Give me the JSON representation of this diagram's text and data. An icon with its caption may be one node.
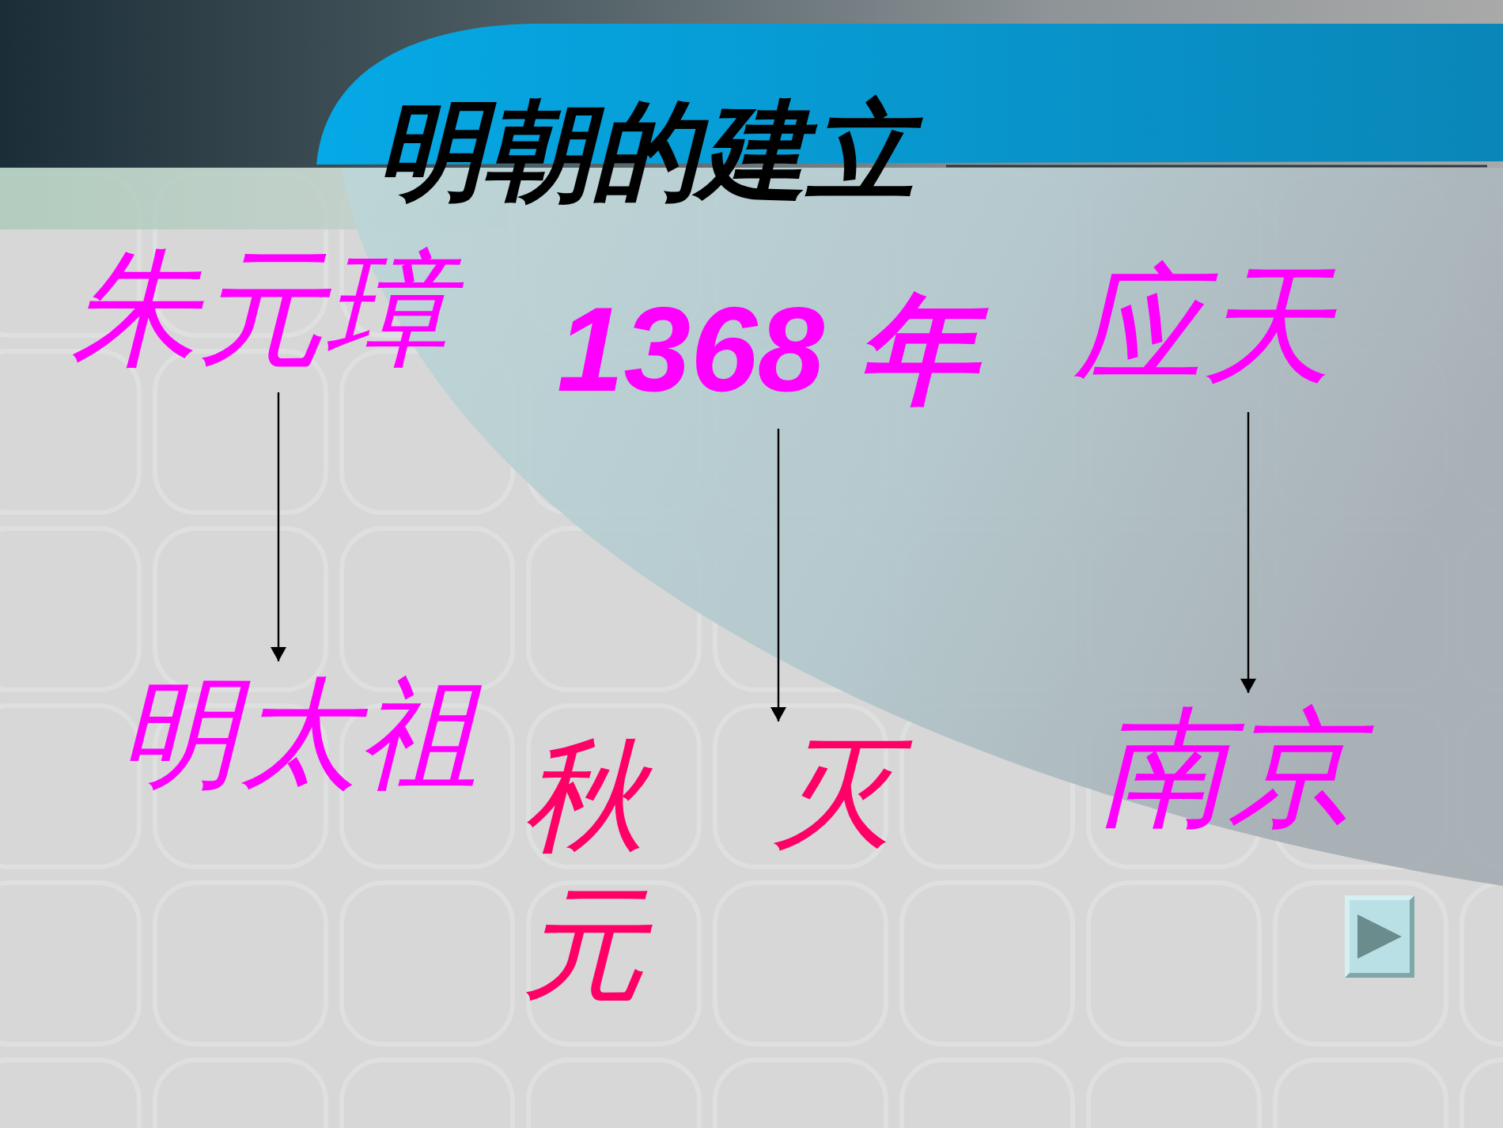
{
  "diagram": {
    "title": "明朝的建立",
    "nodes": [
      {
        "text": [
          "朱元璋"
        ]
      },
      {
        "text": [
          "1368 年"
        ]
      },
      {
        "text": [
          "应天"
        ]
      },
      {
        "text": [
          "明太祖"
        ]
      },
      {
        "text": [
          "秋元"
        ]
      },
      {
        "text": [
          "灭"
        ]
      },
      {
        "text": [
          "南京"
        ]
      }
    ],
    "edges": [
      {
        "from": 0,
        "to": 3,
        "arrow": "to"
      },
      {
        "from": 1,
        "to": 5,
        "arrow": "to"
      },
      {
        "from": 2,
        "to": 6,
        "arrow": "to"
      }
    ]
  }
}
